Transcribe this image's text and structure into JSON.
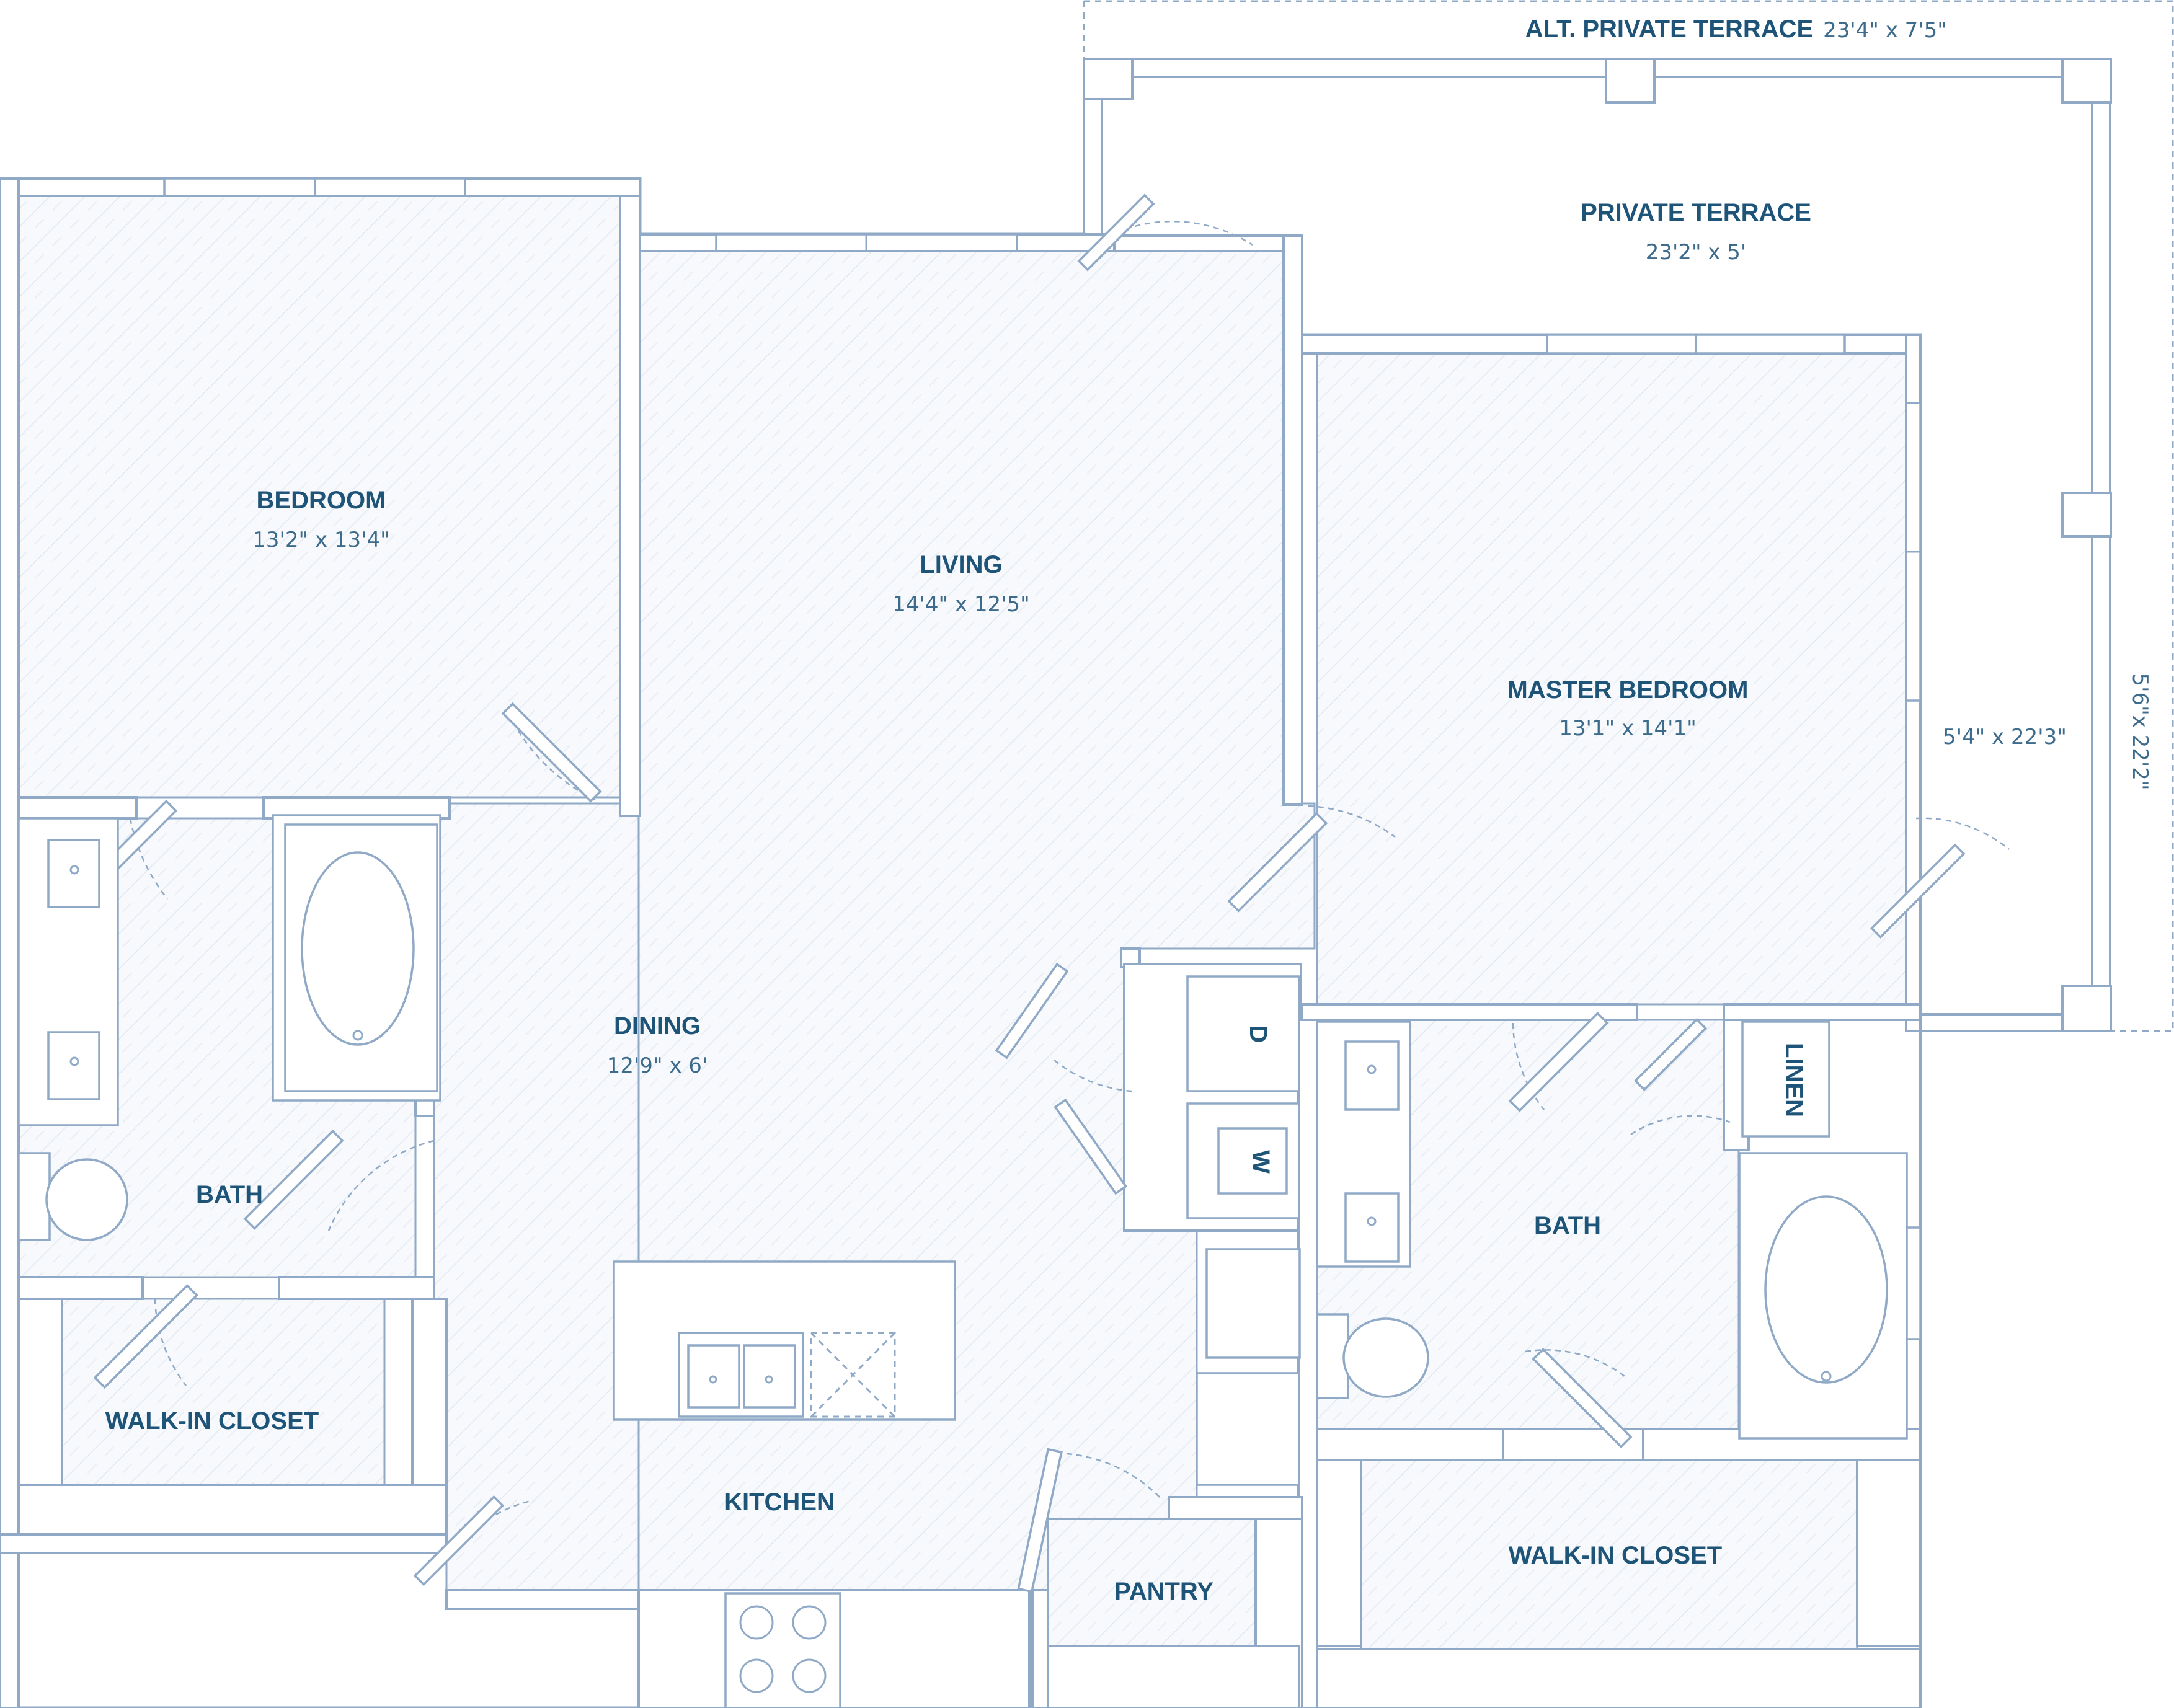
{
  "rooms": {
    "alt_terrace": {
      "name": "ALT. PRIVATE TERRACE",
      "dims": "23'4\" x 7'5\""
    },
    "terrace": {
      "name": "PRIVATE TERRACE",
      "dims": "23'2\" x 5'"
    },
    "bedroom": {
      "name": "BEDROOM",
      "dims": "13'2\" x 13'4\""
    },
    "living": {
      "name": "LIVING",
      "dims": "14'4\" x 12'5\""
    },
    "master_bedroom": {
      "name": "MASTER BEDROOM",
      "dims": "13'1\" x 14'1\""
    },
    "side_terrace": {
      "dims": "5'4\" x 22'3\""
    },
    "alt_side_terrace": {
      "dims": "5'6\"x 22'2\""
    },
    "dining": {
      "name": "DINING",
      "dims": "12'9\" x 6'"
    },
    "bath_left": {
      "name": "BATH"
    },
    "bath_right": {
      "name": "BATH"
    },
    "walkin_left": {
      "name": "WALK-IN CLOSET"
    },
    "walkin_right": {
      "name": "WALK-IN CLOSET"
    },
    "kitchen": {
      "name": "KITCHEN"
    },
    "pantry": {
      "name": "PANTRY"
    },
    "linen": {
      "name": "LINEN"
    }
  },
  "appliances": {
    "dryer": "D",
    "washer": "W"
  },
  "colors": {
    "wall": "#8fa9c6",
    "label": "#1f5479",
    "hatch": "#e3ebf3"
  }
}
